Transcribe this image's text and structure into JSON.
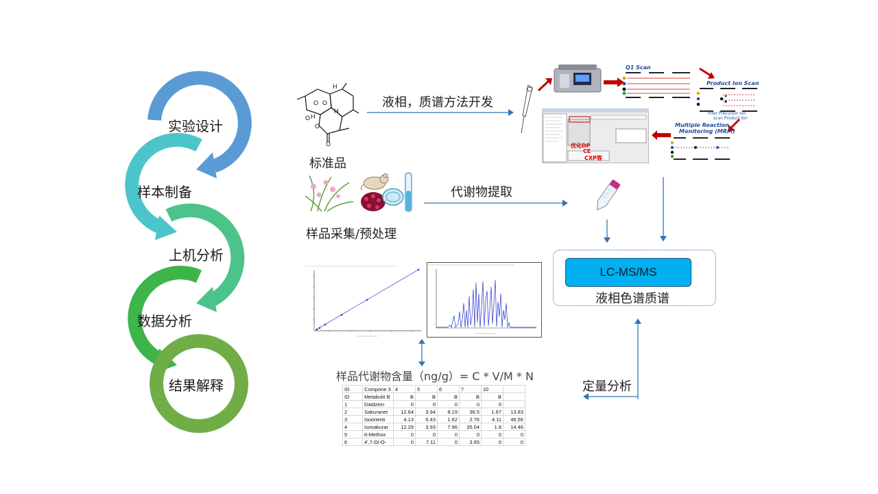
{
  "steps": [
    {
      "label": "实验设计",
      "color": "#5b9bd5"
    },
    {
      "label": "样本制备",
      "color": "#4bc5c9"
    },
    {
      "label": "上机分析",
      "color": "#4cc38a"
    },
    {
      "label": "数据分析",
      "color": "#3db54a"
    },
    {
      "label": "结果解释",
      "color": "#70ad47"
    }
  ],
  "flow": {
    "standard_label": "标准品",
    "method_dev_label": "液相，质谱方法开发",
    "sample_label": "样品采集/预处理",
    "extraction_label": "代谢物提取",
    "lcms_label": "LC-MS/MS",
    "lcms_caption": "液相色谱质谱",
    "quant_label": "定量分析",
    "formula": "样品代谢物含量（ng/g）= C * V/M * N"
  },
  "mrm": {
    "q1_scan": "Q1 Scan",
    "product_ion_scan": "Product Ion Scan",
    "filter_note_1": "filter Precursor Ion",
    "filter_note_2": "scan Product Ion",
    "mrm_title_1": "Multiple Reaction",
    "mrm_title_2": "Monitoring (MRM)",
    "optimize_1": "优化DP",
    "optimize_2": "CE",
    "optimize_3": "CXP等"
  },
  "table": {
    "rows": [
      [
        "ID",
        "Compone 3",
        "4",
        "5",
        "6",
        "7",
        "10"
      ],
      [
        "ID",
        "Metabolit B",
        "B",
        "B",
        "B",
        "B",
        "B"
      ],
      [
        "1",
        "Daidzein",
        "0",
        "0",
        "0",
        "0",
        "0"
      ],
      [
        "2",
        "Sakuranet",
        "12.64",
        "3.94",
        "8.19",
        "36.5",
        "1.67",
        "13.83"
      ],
      [
        "3",
        "Isoorienti",
        "4.13",
        "6.43",
        "1.62",
        "2.76",
        "4.11",
        "46.56"
      ],
      [
        "4",
        "Isosakurar",
        "12.29",
        "3.93",
        "7.96",
        "35.04",
        "1.8",
        "14.46"
      ],
      [
        "5",
        "6-Methox",
        "0",
        "0",
        "0",
        "0",
        "0",
        "0"
      ],
      [
        "6",
        "4',7-Di-O-",
        "0",
        "7.11",
        "0",
        "3.65",
        "0",
        "0"
      ]
    ]
  },
  "colors": {
    "arrow": "#2e75b6",
    "red_arrow": "#c00000",
    "lcms_fill": "#00b0f0"
  }
}
